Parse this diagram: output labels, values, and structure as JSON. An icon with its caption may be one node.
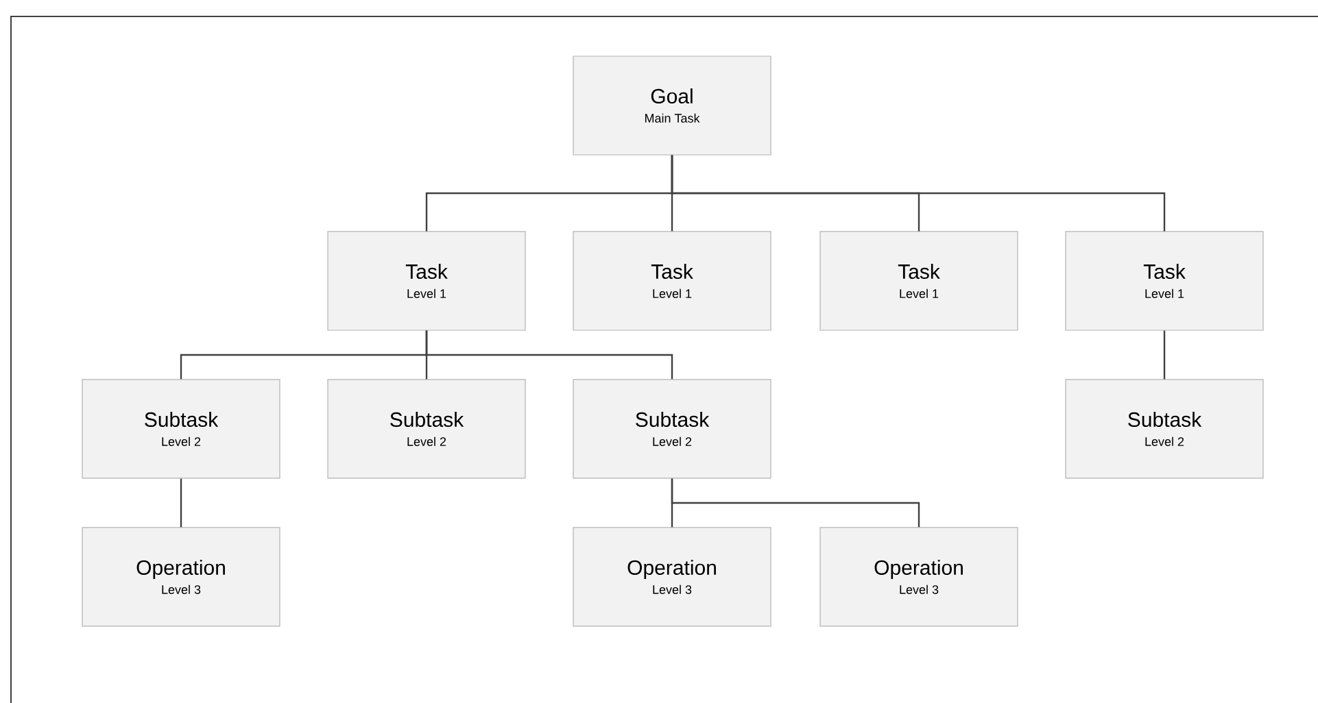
{
  "diagram": {
    "nodes": [
      {
        "text": [
          "Goal",
          "Main Task"
        ]
      },
      {
        "text": [
          "Task",
          "Level 1"
        ]
      },
      {
        "text": [
          "Task",
          "Level 1"
        ]
      },
      {
        "text": [
          "Task",
          "Level 1"
        ]
      },
      {
        "text": [
          "Task",
          "Level 1"
        ]
      },
      {
        "text": [
          "Subtask",
          "Level 2"
        ]
      },
      {
        "text": [
          "Subtask",
          "Level 2"
        ]
      },
      {
        "text": [
          "Subtask",
          "Level 2"
        ]
      },
      {
        "text": [
          "Subtask",
          "Level 2"
        ]
      },
      {
        "text": [
          "Operation",
          "Level 3"
        ]
      },
      {
        "text": [
          "Operation",
          "Level 3"
        ]
      },
      {
        "text": [
          "Operation",
          "Level 3"
        ]
      }
    ],
    "edges": [
      {
        "from": 0,
        "to": 1,
        "arrow": "none"
      },
      {
        "from": 0,
        "to": 2,
        "arrow": "none"
      },
      {
        "from": 0,
        "to": 3,
        "arrow": "none"
      },
      {
        "from": 0,
        "to": 4,
        "arrow": "none"
      },
      {
        "from": 1,
        "to": 5,
        "arrow": "none"
      },
      {
        "from": 1,
        "to": 6,
        "arrow": "none"
      },
      {
        "from": 1,
        "to": 7,
        "arrow": "none"
      },
      {
        "from": 4,
        "to": 8,
        "arrow": "none"
      },
      {
        "from": 5,
        "to": 9,
        "arrow": "none"
      },
      {
        "from": 7,
        "to": 10,
        "arrow": "none"
      },
      {
        "from": 7,
        "to": 11,
        "arrow": "none"
      }
    ]
  }
}
